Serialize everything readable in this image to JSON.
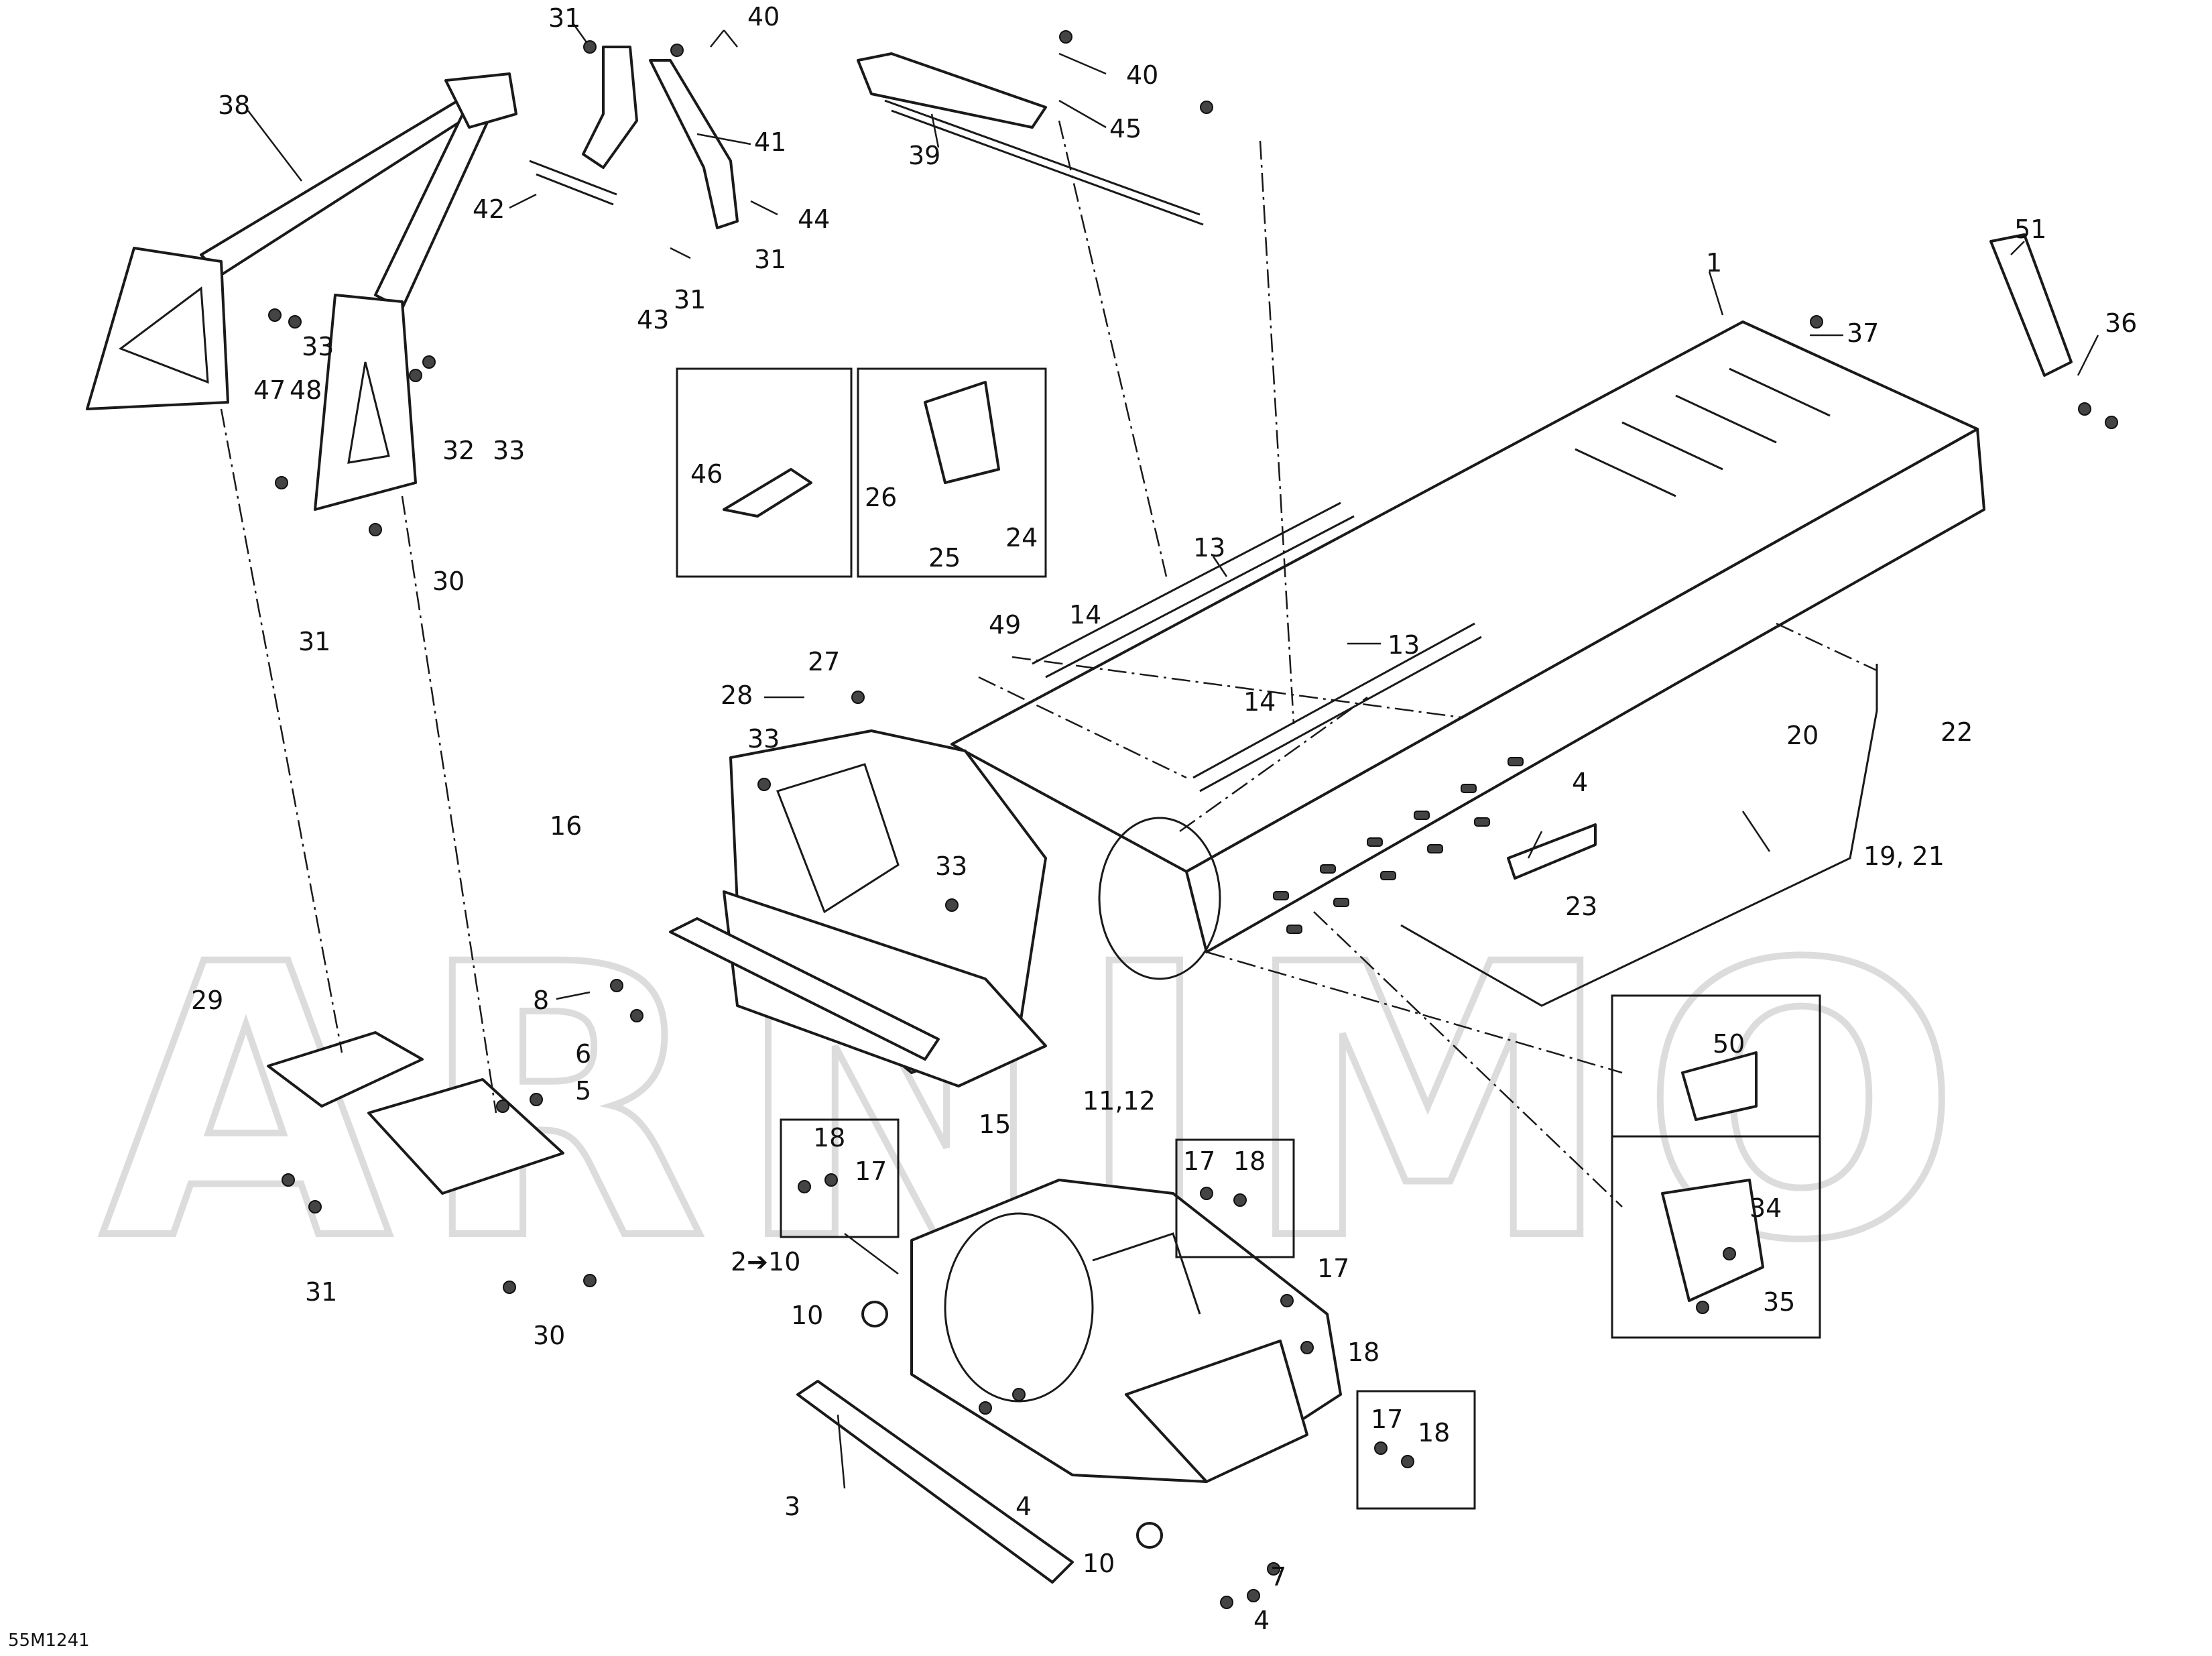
{
  "watermark": "ARNIMO",
  "drawing_code": "55M1241",
  "callouts": [
    "31",
    "40",
    "40",
    "45",
    "39",
    "38",
    "41",
    "42",
    "44",
    "31",
    "43",
    "31",
    "33",
    "47",
    "48",
    "32",
    "33",
    "30",
    "31",
    "46",
    "26",
    "24",
    "25",
    "1",
    "51",
    "36",
    "37",
    "13",
    "49",
    "14",
    "13",
    "14",
    "27",
    "28",
    "33",
    "22",
    "20",
    "4",
    "19, 21",
    "23",
    "16",
    "33",
    "29",
    "8",
    "6",
    "5",
    "15",
    "11,12",
    "18",
    "17",
    "50",
    "31",
    "30",
    "2➔10",
    "10",
    "17",
    "18",
    "17",
    "18",
    "34",
    "35",
    "3",
    "4",
    "17",
    "18",
    "10",
    "7",
    "4"
  ]
}
